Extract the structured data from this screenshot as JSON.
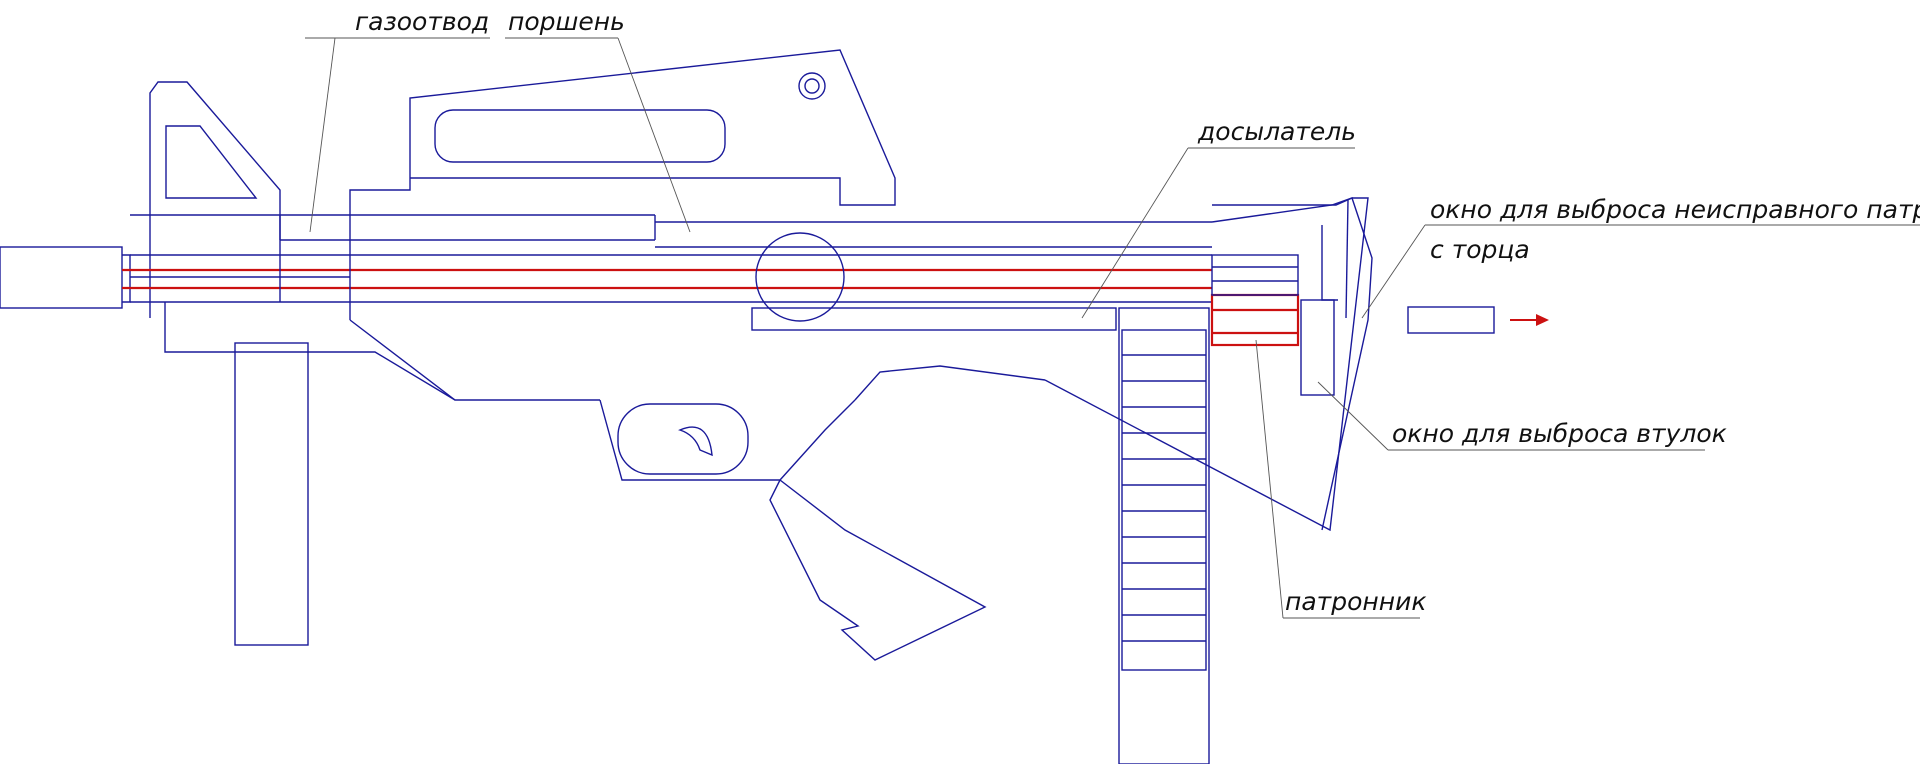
{
  "diagram": {
    "colors": {
      "outline": "#1a1a9a",
      "barrel": "#cc1111",
      "arrow": "#cc1111",
      "text": "#111111",
      "leader": "#555555"
    },
    "labels": {
      "gas_tube": "газоотвод",
      "piston": "поршень",
      "rammer": "досылатель",
      "faulty_cartridge_window_line1": "окно для выброса неисправного патрона",
      "faulty_cartridge_window_line2": "с торца",
      "case_ejection_window": "окно для выброса втулок",
      "chamber": "патронник"
    }
  }
}
